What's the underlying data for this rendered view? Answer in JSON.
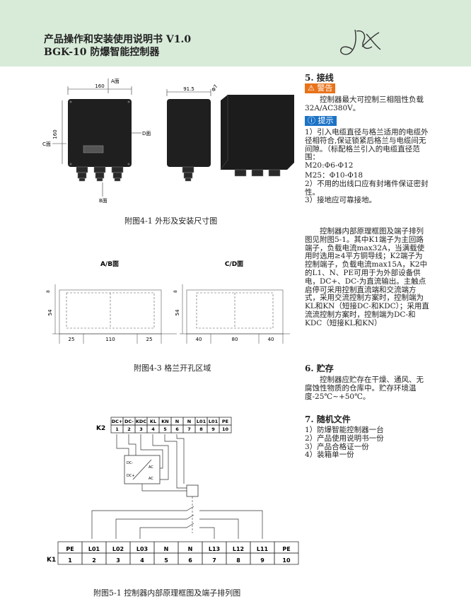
{
  "header": {
    "title_line1": "产品操作和安装使用说明书 V1.0",
    "title_line2": "BGK-10 防爆智能控制器",
    "logo_text": "JX"
  },
  "figure_4_1": {
    "label_a": "A面",
    "label_b": "B面",
    "label_c": "C面",
    "label_d": "D面",
    "dim_width": "160",
    "dim_height": "160",
    "dim_depth": "91.5",
    "dim_hole": "Φ7",
    "caption": "附图4-1 外形及安装尺寸图"
  },
  "figure_4_3": {
    "title_ab": "A/B面",
    "title_cd": "C/D面",
    "dim_ab_left": "25",
    "dim_ab_mid": "110",
    "dim_ab_right": "25",
    "dim_cd_left": "40",
    "dim_cd_mid": "80",
    "dim_cd_right": "40",
    "dim_vertical": "54",
    "dim_small": "8",
    "caption": "附图4-3 格兰开孔区域"
  },
  "figure_5_1": {
    "k2_label": "K2",
    "k2_names": [
      "DC+",
      "DC-",
      "KDC",
      "KL",
      "KN",
      "N",
      "N",
      "L01",
      "L01",
      "PE"
    ],
    "k2_nums": [
      "1",
      "2",
      "3",
      "4",
      "5",
      "6",
      "7",
      "8",
      "9",
      "10"
    ],
    "k1_label": "K1",
    "k1_names": [
      "PE",
      "L01",
      "L02",
      "L03",
      "N",
      "N",
      "L13",
      "L12",
      "L11",
      "PE"
    ],
    "k1_nums": [
      "1",
      "2",
      "3",
      "4",
      "5",
      "6",
      "7",
      "8",
      "9",
      "10"
    ],
    "conv_dcp": "DC+",
    "conv_dcm": "DC-",
    "conv_ac1": "AC",
    "conv_ac2": "AC",
    "caption": "附图5-1 控制器内部原理框图及端子排列图"
  },
  "section5": {
    "title": "5. 接线",
    "warn_label": "警告",
    "warn_text": "控制器最大可控制三相阻性负载32A/AC380V。",
    "tip_label": "提示",
    "tip_items": [
      "1）引入电缆直径与格兰适用的电缆外径相符合,保证锁紧后格兰与电缆间无间隙。（标配格兰引入的电缆直径范围：",
      "M20:Φ6-Φ12",
      "M25：Φ10-Φ18",
      "2）不用的出线口应有封堵件保证密封性。",
      "3）接地应可靠接地。"
    ],
    "body": "控制器内部原理框图及端子排列图见附图5-1。其中K1端子为主回路端子，负载电流max32A，当满载使用时选用≥4平方铜导线；K2端子为控制端子，负载电流max15A，K2中的L1、N、PE可用于为外部设备供电，DC+、DC-为直流输出。主触点启停可采用控制直流端和交流端方式，采用交流控制方案时，控制端为KL和KN（短接DC-和KDC）；采用直流流控制方案时，控制端为DC-和KDC（短接KL和KN）"
  },
  "section6": {
    "title": "6. 贮存",
    "text": "控制器应贮存在干燥、通风、无腐蚀性物质的仓库中。贮存环境温度-25℃~+50℃。"
  },
  "section7": {
    "title": "7. 随机文件",
    "items": [
      "1）防爆智能控制器一台",
      "2）产品使用说明书一份",
      "3）产品合格证一份",
      "4）装箱单一份"
    ]
  }
}
